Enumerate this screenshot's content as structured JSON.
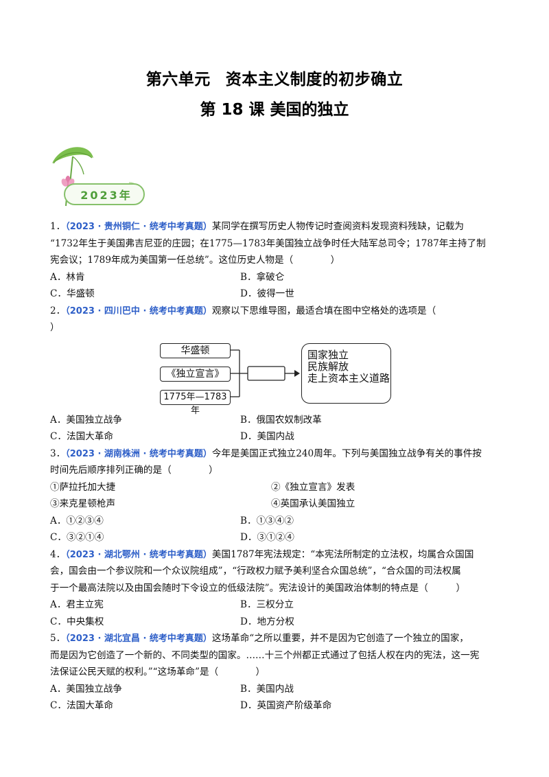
{
  "header": {
    "unit_left": "第六单元",
    "unit_right": "资本主义制度的初步确立",
    "lesson": "第 18 课 美国的独立"
  },
  "badge": {
    "year": "2023年"
  },
  "questions": [
    {
      "num": "1．",
      "source": "（2023 · 贵州铜仁 · 统考中考真题）",
      "lines": [
        "某同学在撰写历史人物传记时查阅资料发现资料残缺，记载为",
        "“1732年生于美国弗吉尼亚的庄园；在1775—1783年美国独立战争时任大陆军总司令；1787年主持了制",
        "宪会议；1789年成为美国第一任总统”。这位历史人物是（　　　　）"
      ],
      "options": [
        "A．林肯",
        "B．拿破仑",
        "C．华盛顿",
        "D．彼得一世"
      ]
    },
    {
      "num": "2．",
      "source": "（2023 · 四川巴中 · 统考中考真题）",
      "lines": [
        "观察以下思维导图，最适合填在图中空格处的选项是（",
        "）"
      ],
      "mindmap": {
        "left": [
          "华盛顿",
          "《独立宣言》",
          "1775年—1783年"
        ],
        "right": [
          "国家独立",
          "民族解放",
          "走上资本主义道路"
        ]
      },
      "options": [
        "A．美国独立战争",
        "B．俄国农奴制改革",
        "C．法国大革命",
        "D．美国内战"
      ]
    },
    {
      "num": "3．",
      "source": "（2023 · 湖南株洲 · 统考中考真题）",
      "lines": [
        "今年是美国正式独立240周年。下列与美国独立战争有关的事件按",
        "时间先后顺序排列正确的是（　　　　）"
      ],
      "items": [
        "①萨拉托加大捷",
        "②《独立宣言》发表",
        "③来克星顿枪声",
        "④英国承认美国独立"
      ],
      "options": [
        "A．①②③④",
        "B．①③④②",
        "C．③②①④",
        "D．③①②④"
      ]
    },
    {
      "num": "4．",
      "source": "（2023 · 湖北鄂州 · 统考中考真题）",
      "lines": [
        "美国1787年宪法规定：“本宪法所制定的立法权，均属合众国国",
        "会，国会由一个参议院和一个众议院组成”，“行政权力赋予美利坚合众国总统”，“合众国的司法权属",
        "于一个最高法院以及由国会随时下令设立的低级法院”。宪法设计的美国政治体制的特点是（　　　）"
      ],
      "options": [
        "A．君主立宪",
        "B．三权分立",
        "C．中央集权",
        "D．地方分权"
      ]
    },
    {
      "num": "5．",
      "source": "（2023 · 湖北宜昌 · 统考中考真题）",
      "lines": [
        "这场革命“之所以重要，并不是因为它创造了一个独立的国家，",
        "而是因为它创造了一个新的、不同类型的国家。……十三个州都正式通过了包括人权在内的宪法，这一宪",
        "法保证公民天赋的权利。”“这场革命”是（　　　　）"
      ],
      "options": [
        "A．美国独立战争",
        "B．美国内战",
        "C．法国大革命",
        "D．英国资产阶级革命"
      ]
    }
  ],
  "colors": {
    "source_blue": "#2e5fc8",
    "badge_green": "#4f9e3a",
    "leaf_green": "#7dbf4e",
    "flower_pink": "#e27ba8"
  }
}
